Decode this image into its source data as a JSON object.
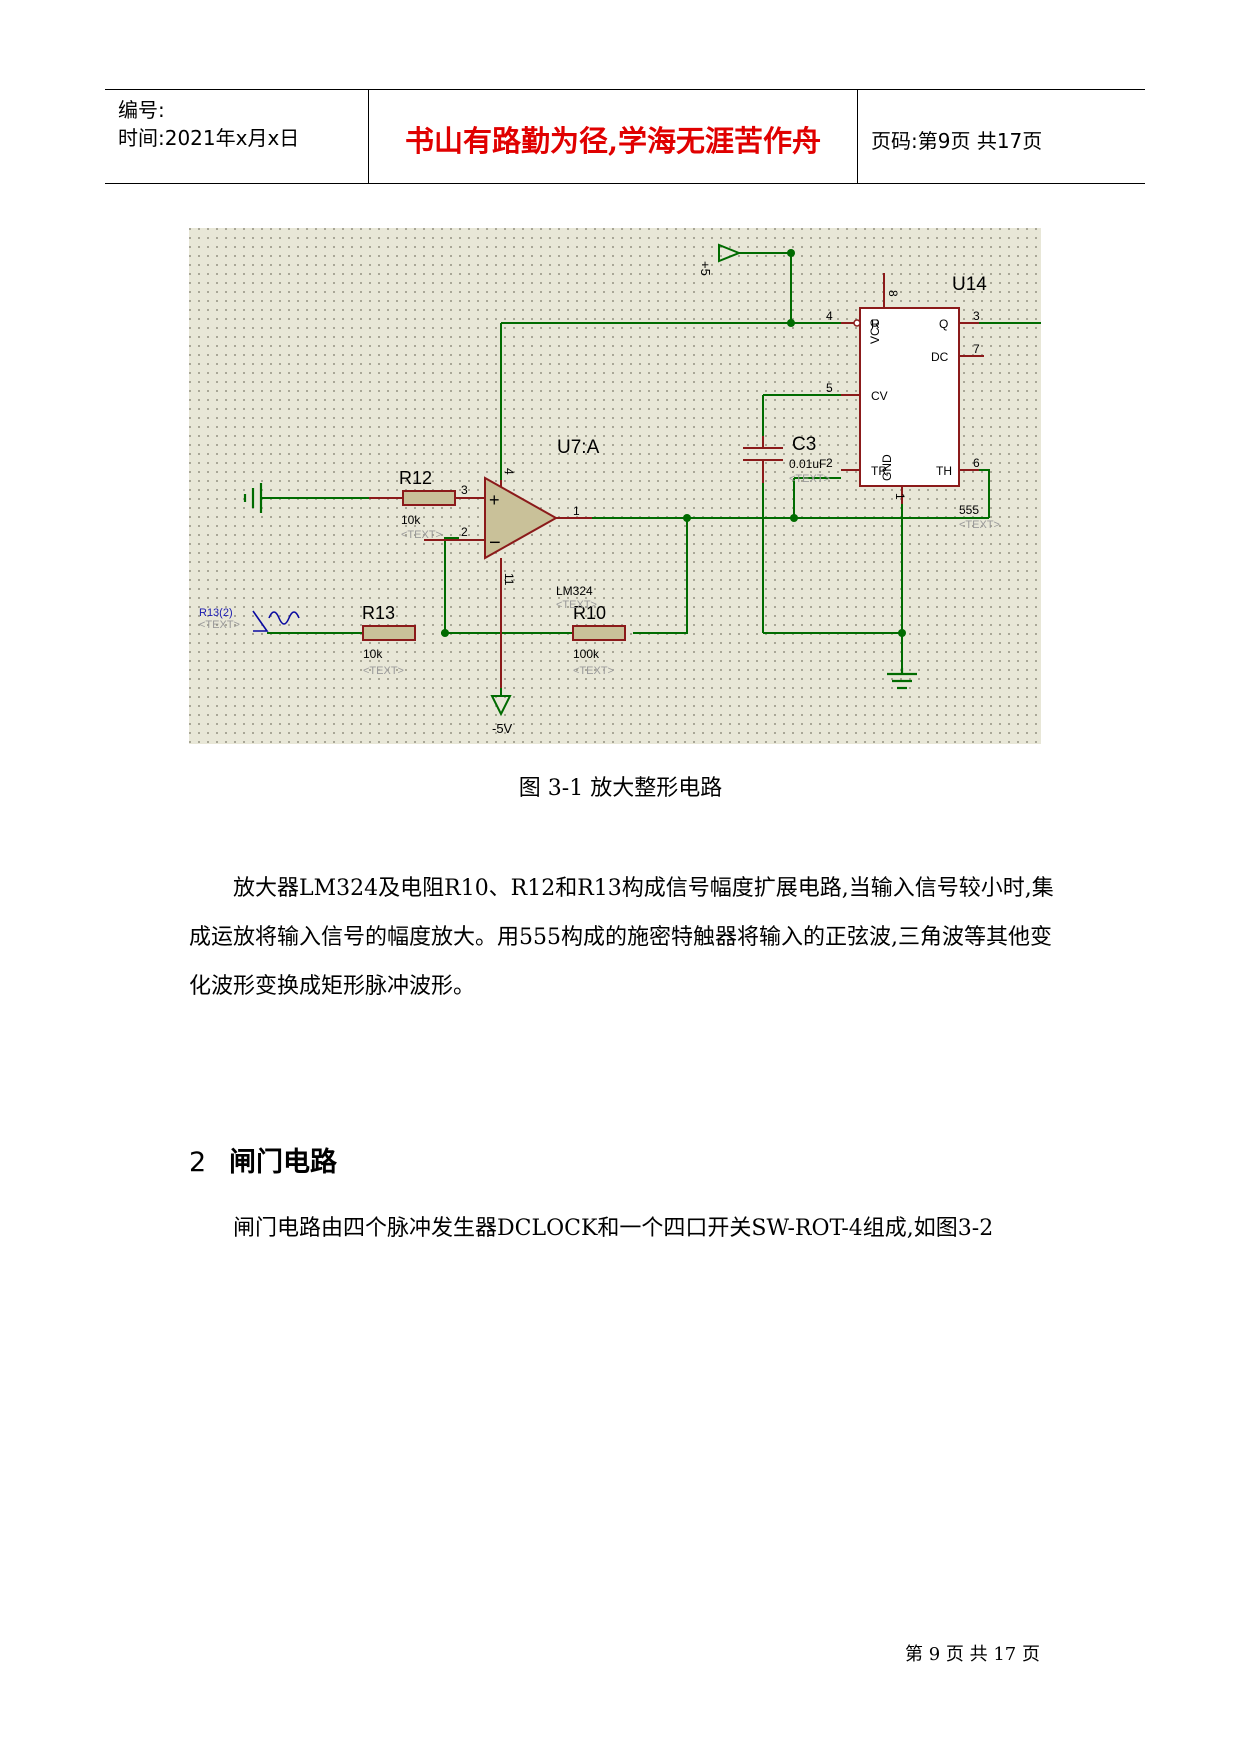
{
  "header": {
    "number_label": "编号:",
    "time_label": "时间:2021年x月x日",
    "motto": "书山有路勤为径,学海无涯苦作舟",
    "page_info": "页码:第9页 共17页"
  },
  "figure": {
    "components": {
      "u14": "U14",
      "u7a": "U7:A",
      "r12": "R12",
      "r12_val": "10k",
      "r13": "R13",
      "r13_val": "10k",
      "r10": "R10",
      "r10_val": "100k",
      "c3": "C3",
      "c3_val": "0.01uF",
      "lm324": "LM324",
      "timer_555": "555",
      "source": "R13(2)",
      "vplus": "+5",
      "vminus": "-5V",
      "text_placeholder": "<TEXT>"
    },
    "pins": {
      "r": "R",
      "vcc": "VCC",
      "q": "Q",
      "dc": "DC",
      "cv": "CV",
      "tr": "TR",
      "gnd": "GND",
      "th": "TH",
      "p4": "4",
      "p8": "8",
      "p3": "3",
      "p7": "7",
      "p5": "5",
      "p2": "2",
      "p6": "6",
      "p1": "1",
      "op4": "4",
      "op3": "3",
      "op2": "2",
      "op1": "1",
      "op11": "11",
      "plus": "+",
      "minus": "−"
    }
  },
  "caption": "图 3-1    放大整形电路",
  "paragraph1": "放大器LM324及电阻R10、R12和R13构成信号幅度扩展电路,当输入信号较小时,集成运放将输入信号的幅度放大。用555构成的施密特触器将输入的正弦波,三角波等其他变化波形变换成矩形脉冲波形。",
  "section": {
    "number": "2",
    "title": "闸门电路"
  },
  "paragraph2": "闸门电路由四个脉冲发生器DCLOCK和一个四口开关SW-ROT-4组成,如图3-2",
  "footer": "第 9 页 共 17 页",
  "colors": {
    "motto": "#e00000",
    "schematic_bg": "#e8e7d7",
    "wire": "#006b00",
    "component_line": "#8b1a1a",
    "opamp_fill": "#c9c199",
    "chip_fill": "#ffffff"
  }
}
